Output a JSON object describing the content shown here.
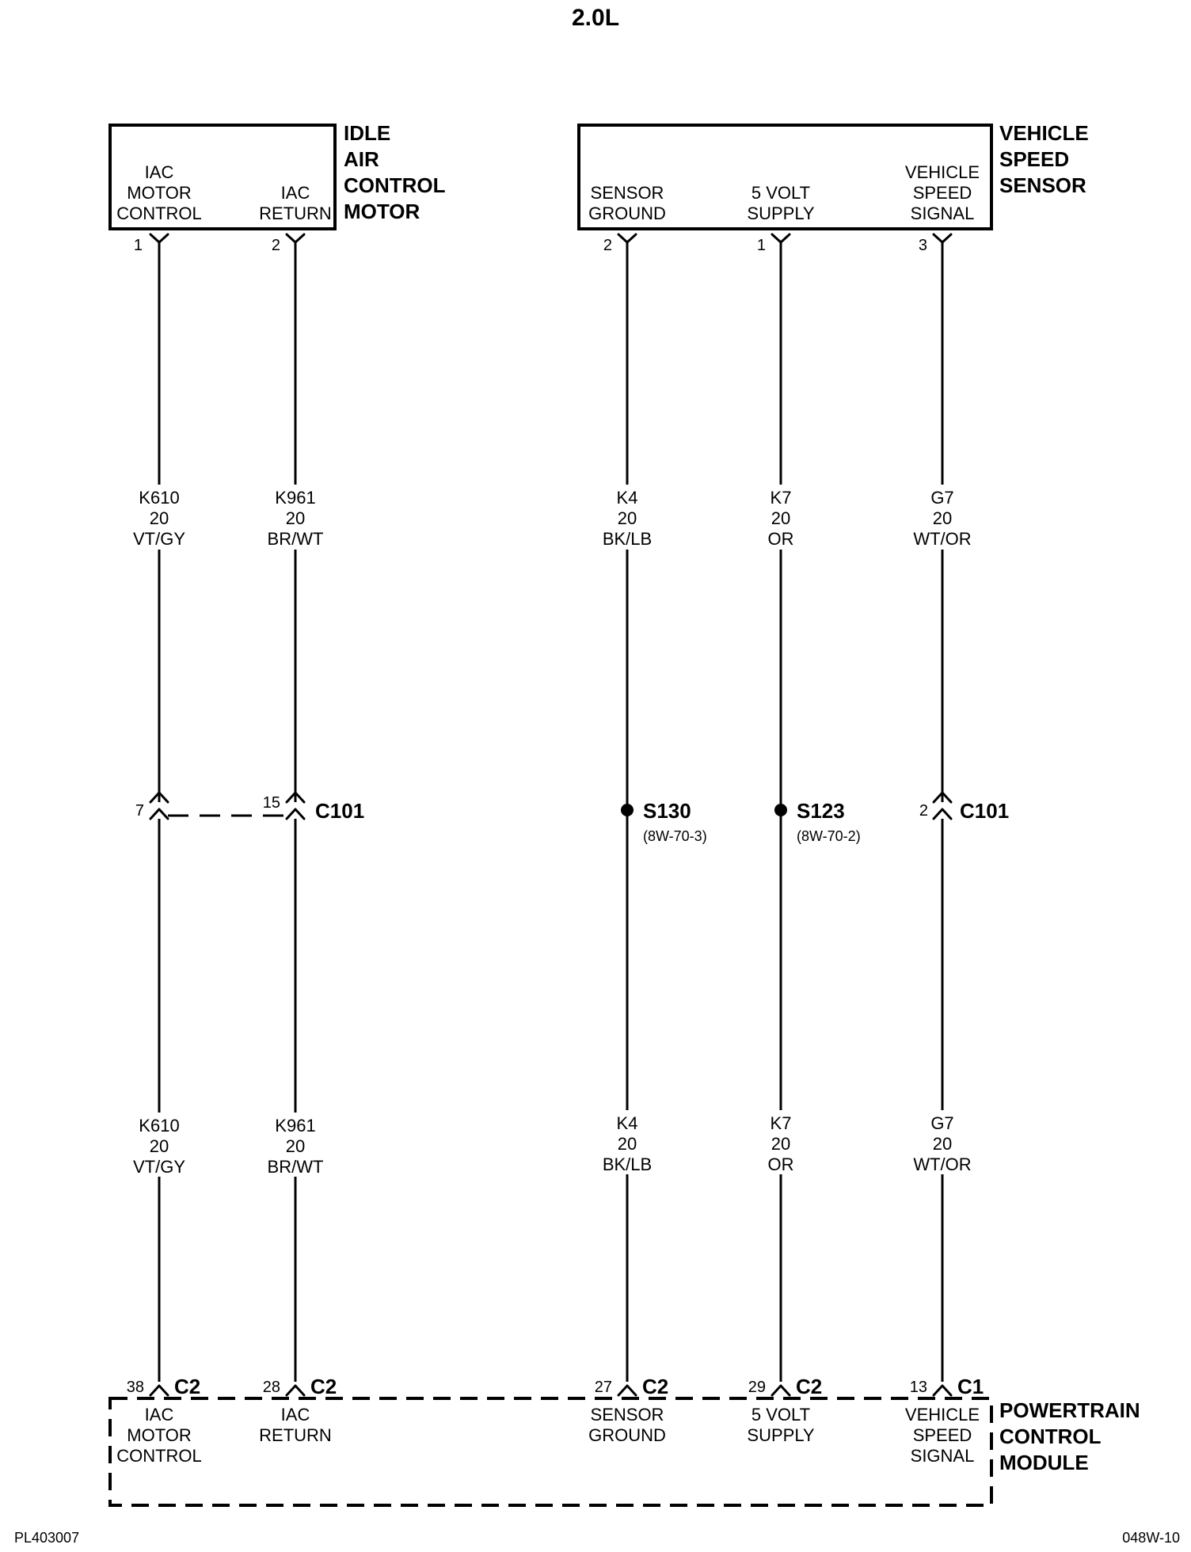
{
  "header": {
    "title": "2.0L"
  },
  "footer": {
    "left_code": "PL403007",
    "right_code": "048W-10"
  },
  "components": {
    "iac_motor": {
      "name_lines": [
        "IDLE",
        "AIR",
        "CONTROL",
        "MOTOR"
      ],
      "pins": [
        {
          "number": "1",
          "label_lines": [
            "IAC",
            "MOTOR",
            "CONTROL"
          ]
        },
        {
          "number": "2",
          "label_lines": [
            "IAC",
            "RETURN"
          ]
        }
      ]
    },
    "vss": {
      "name_lines": [
        "VEHICLE",
        "SPEED",
        "SENSOR"
      ],
      "pins": [
        {
          "number": "2",
          "label_lines": [
            "SENSOR",
            "GROUND"
          ]
        },
        {
          "number": "1",
          "label_lines": [
            "5 VOLT",
            "SUPPLY"
          ]
        },
        {
          "number": "3",
          "label_lines": [
            "VEHICLE",
            "SPEED",
            "SIGNAL"
          ]
        }
      ]
    },
    "pcm": {
      "name_lines": [
        "POWERTRAIN",
        "CONTROL",
        "MODULE"
      ],
      "pins": [
        {
          "number": "38",
          "connector": "C2",
          "label_lines": [
            "IAC",
            "MOTOR",
            "CONTROL"
          ]
        },
        {
          "number": "28",
          "connector": "C2",
          "label_lines": [
            "IAC",
            "RETURN"
          ]
        },
        {
          "number": "27",
          "connector": "C2",
          "label_lines": [
            "SENSOR",
            "GROUND"
          ]
        },
        {
          "number": "29",
          "connector": "C2",
          "label_lines": [
            "5 VOLT",
            "SUPPLY"
          ]
        },
        {
          "number": "13",
          "connector": "C1",
          "label_lines": [
            "VEHICLE",
            "SPEED",
            "SIGNAL"
          ]
        }
      ]
    }
  },
  "wires": [
    {
      "circuit": "K610",
      "gauge": "20",
      "color": "VT/GY"
    },
    {
      "circuit": "K961",
      "gauge": "20",
      "color": "BR/WT"
    },
    {
      "circuit": "K4",
      "gauge": "20",
      "color": "BK/LB"
    },
    {
      "circuit": "K7",
      "gauge": "20",
      "color": "OR"
    },
    {
      "circuit": "G7",
      "gauge": "20",
      "color": "WT/OR"
    }
  ],
  "inline": {
    "c101_left": {
      "pin_a": "7",
      "pin_b": "15",
      "connector": "C101"
    },
    "s130": {
      "splice": "S130",
      "ref": "(8W-70-3)"
    },
    "s123": {
      "splice": "S123",
      "ref": "(8W-70-2)"
    },
    "c101_right": {
      "pin": "2",
      "connector": "C101"
    }
  }
}
